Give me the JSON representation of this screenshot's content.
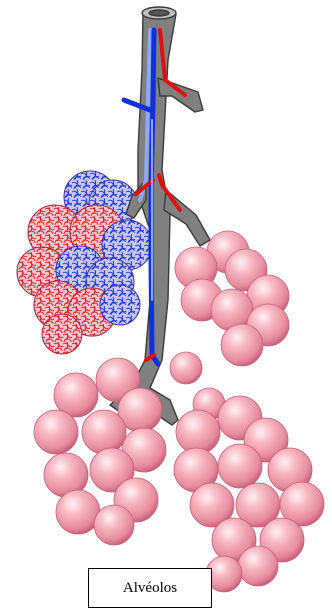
{
  "caption": "Alvéolos",
  "colors": {
    "bronchus_fill": "#808080",
    "bronchus_outline": "#3a3a3a",
    "artery": "#e01010",
    "vein": "#1030e0",
    "vein_light": "#8fa8ff",
    "alveolus": "#f4a7b4",
    "alveolus_light": "#fde2e7",
    "alveolus_dark": "#c8607a",
    "capillary_bg": "#f6b9c9"
  },
  "icons": [
    "bronchiole-tree",
    "alveolar-sac",
    "capillary-network",
    "blood-vessel"
  ]
}
